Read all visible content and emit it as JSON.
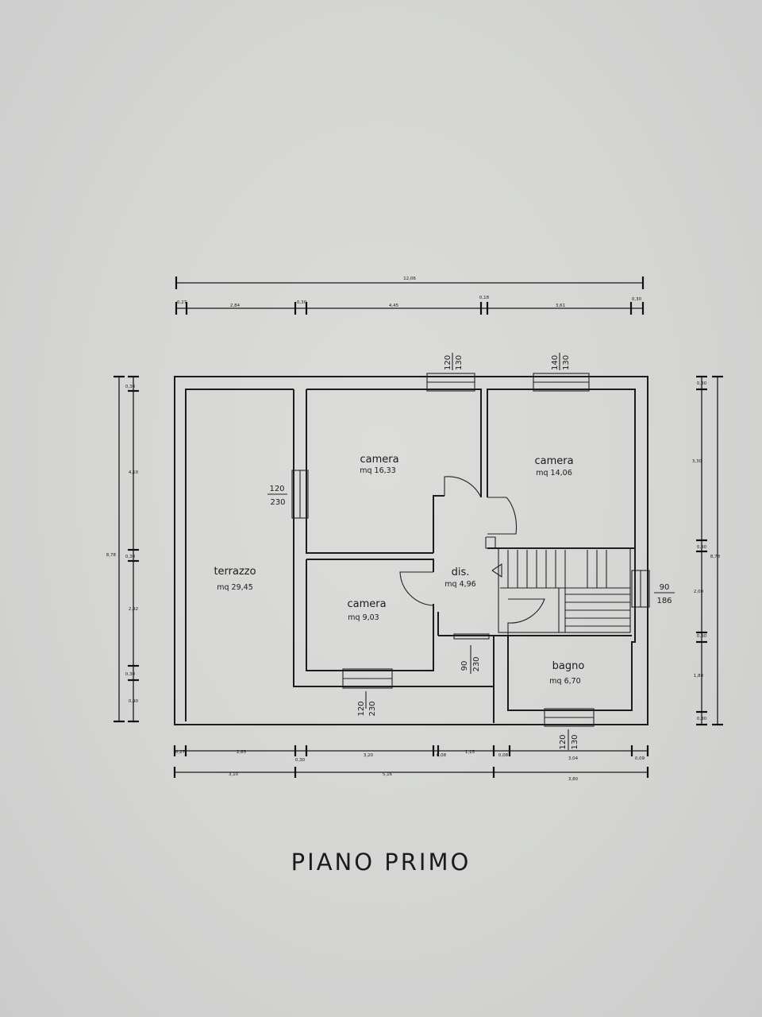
{
  "title": "PIANO PRIMO",
  "rooms": [
    {
      "id": "terrazzo",
      "name": "terrazzo",
      "area": "mq 29,45"
    },
    {
      "id": "camera1",
      "name": "camera",
      "area": "mq 16,33"
    },
    {
      "id": "camera2",
      "name": "camera",
      "area": "mq 14,06"
    },
    {
      "id": "camera3",
      "name": "camera",
      "area": "mq 9,03"
    },
    {
      "id": "dis",
      "name": "dis.",
      "area": "mq 4,96"
    },
    {
      "id": "bagno",
      "name": "bagno",
      "area": "mq 6,70"
    }
  ],
  "windows": [
    {
      "id": "top1",
      "width": "120",
      "height": "130"
    },
    {
      "id": "top2",
      "width": "140",
      "height": "130"
    },
    {
      "id": "left",
      "width": "120",
      "height": "230"
    },
    {
      "id": "right",
      "width": "90",
      "height": "186"
    },
    {
      "id": "bottom1",
      "width": "120",
      "height": "230"
    },
    {
      "id": "bottom2",
      "width": "90",
      "height": "230"
    },
    {
      "id": "bottom3",
      "width": "120",
      "height": "130"
    }
  ],
  "dimensions": {
    "top_total": "12,06",
    "top": [
      "0,27",
      "2,84",
      "0,30",
      "4,45",
      "0,18",
      "3,61",
      "0,30"
    ],
    "bottom_inner": [
      "0,27",
      "2,85",
      "0,30",
      "3,20",
      "0,08",
      "1,15",
      "0,08",
      "3,04",
      "0,09"
    ],
    "bottom_outer": [
      "3,10",
      "5,16",
      "3,80"
    ],
    "left": [
      "0,30",
      "4,10",
      "0,30",
      "2,92",
      "0,30",
      "0,90"
    ],
    "left_total": "8,78",
    "right": [
      "0,30",
      "3,30",
      "0,30",
      "2,00",
      "0,30",
      "1,80",
      "0,30"
    ],
    "right_total": "8,78"
  }
}
